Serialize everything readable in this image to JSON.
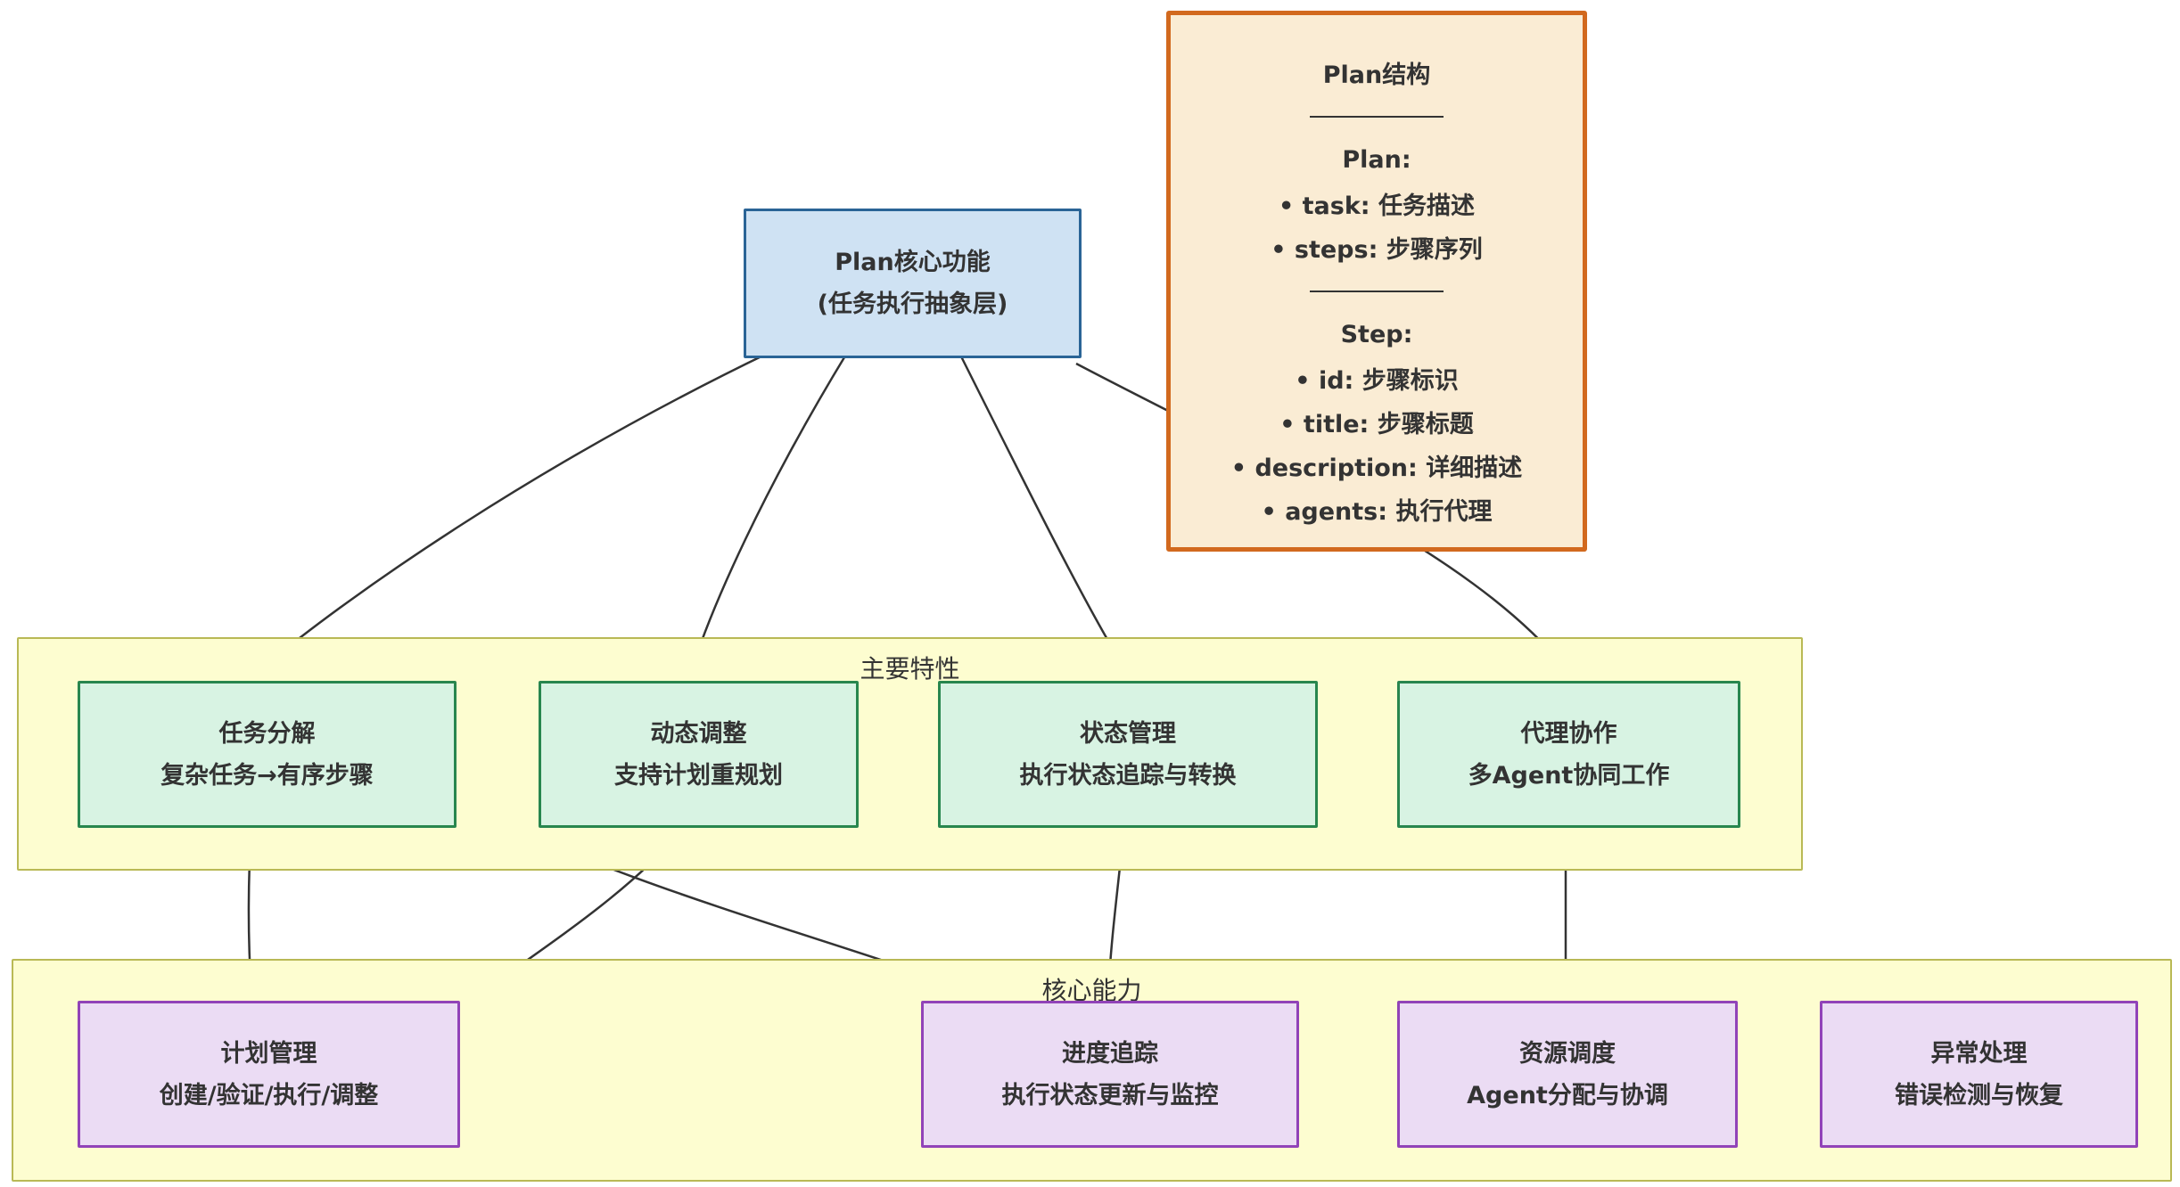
{
  "root_node": {
    "line1": "Plan核心功能",
    "line2": "(任务执行抽象层)"
  },
  "note": {
    "title": "Plan结构",
    "plan_header": "Plan:",
    "plan_items": [
      "• task: 任务描述",
      "• steps: 步骤序列"
    ],
    "step_header": "Step:",
    "step_items": [
      "• id: 步骤标识",
      "• title: 步骤标题",
      "• description: 详细描述",
      "• agents: 执行代理"
    ]
  },
  "features_group": {
    "label": "主要特性",
    "nodes": [
      {
        "line1": "任务分解",
        "line2": "复杂任务→有序步骤"
      },
      {
        "line1": "动态调整",
        "line2": "支持计划重规划"
      },
      {
        "line1": "状态管理",
        "line2": "执行状态追踪与转换"
      },
      {
        "line1": "代理协作",
        "line2": "多Agent协同工作"
      }
    ]
  },
  "capabilities_group": {
    "label": "核心能力",
    "nodes": [
      {
        "line1": "计划管理",
        "line2": "创建/验证/执行/调整"
      },
      {
        "line1": "进度追踪",
        "line2": "执行状态更新与监控"
      },
      {
        "line1": "资源调度",
        "line2": "Agent分配与协调"
      },
      {
        "line1": "异常处理",
        "line2": "错误检测与恢复"
      }
    ]
  },
  "colors": {
    "root_fill": "#cfe2f3",
    "root_border": "#2a6496",
    "note_fill": "#faecd4",
    "note_border": "#d2691e",
    "group_fill": "#fdfdd0",
    "group_border": "#b9b955",
    "feature_fill": "#d8f3e3",
    "feature_border": "#28864e",
    "capability_fill": "#ebdcf4",
    "capability_border": "#9143b8",
    "edge": "#333333"
  }
}
